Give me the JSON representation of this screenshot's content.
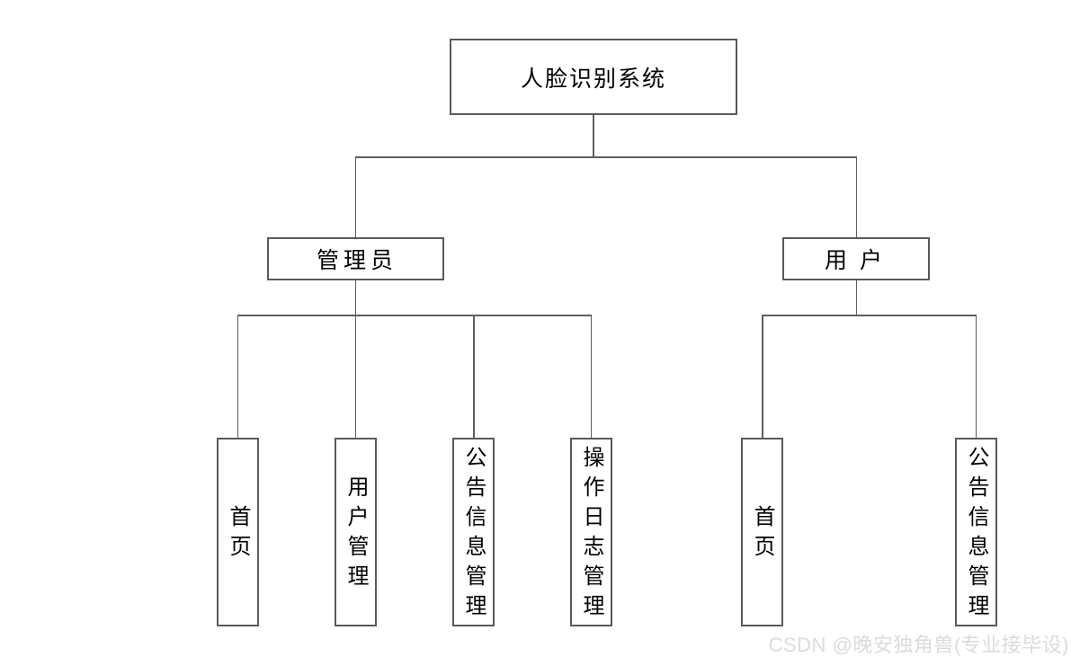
{
  "diagram": {
    "title": "人脸识别系统",
    "nodes": {
      "root": {
        "label": "人脸识别系统"
      },
      "admin": {
        "label": "管理员"
      },
      "user": {
        "label": "用户"
      },
      "admin_home": {
        "label": "首页"
      },
      "admin_user_mgmt": {
        "label": "用户管理"
      },
      "admin_notice": {
        "label": "公告信息管理"
      },
      "admin_log": {
        "label": "操作日志管理"
      },
      "user_home": {
        "label": "首页"
      },
      "user_notice": {
        "label": "公告信息管理"
      }
    },
    "hierarchy": {
      "label": "人脸识别系统",
      "children": [
        {
          "label": "管理员",
          "children": [
            "首页",
            "用户管理",
            "公告信息管理",
            "操作日志管理"
          ]
        },
        {
          "label": "用户",
          "children": [
            "首页",
            "公告信息管理"
          ]
        }
      ]
    },
    "colors": {
      "background": "#ffffff",
      "box_border": "#595959",
      "connector": "#5e5e5e",
      "text": "#000000",
      "watermark_text": "#dbdbdb"
    }
  },
  "watermark": {
    "text": "CSDN @晚安独角兽(专业接毕设)"
  }
}
